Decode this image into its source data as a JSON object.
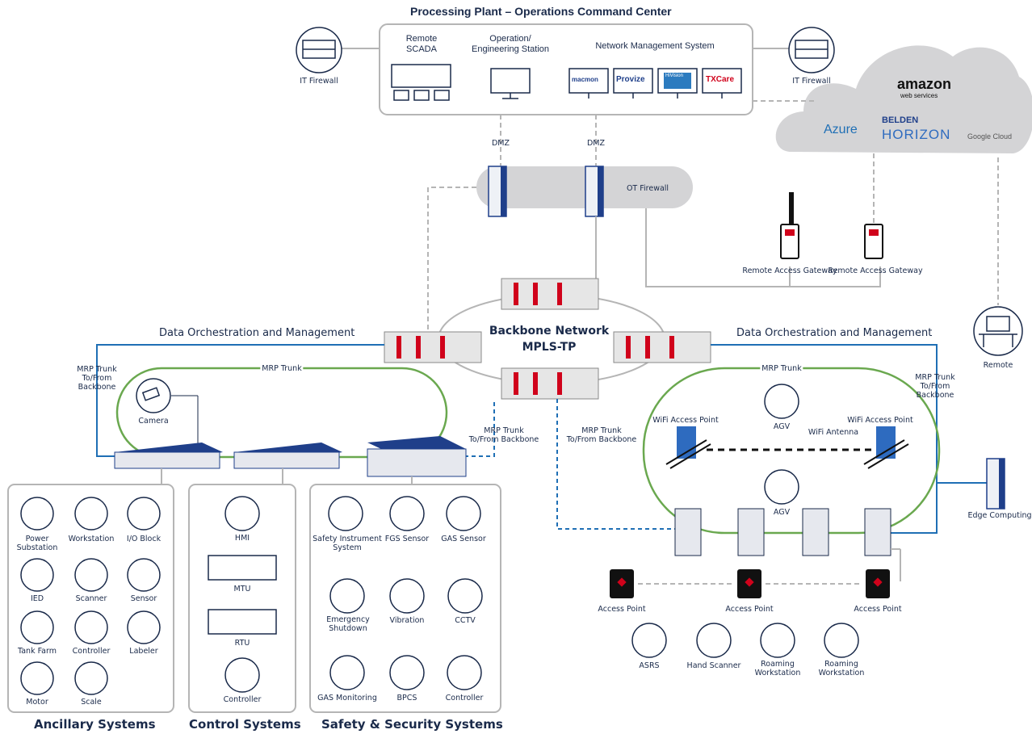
{
  "header": {
    "title": "Processing Plant – Operations Command Center"
  },
  "command_center": {
    "remote_scada": "Remote\nSCADA",
    "ops_station": "Operation/\nEngineering Station",
    "nms_title": "Network Management System",
    "nms_apps": [
      "macmon",
      "Provize",
      "HiVision",
      "TXCare"
    ]
  },
  "firewalls": {
    "it_left": "IT Firewall",
    "it_right": "IT Firewall",
    "ot": "OT Firewall",
    "dmz1": "DMZ",
    "dmz2": "DMZ"
  },
  "cloud": {
    "amazon": "amazon",
    "amazon_sub": "web services",
    "azure": "Azure",
    "belden": "BELDEN",
    "horizon": "HORIZON",
    "google": "Google Cloud"
  },
  "remote": {
    "gateway1": "Remote Access Gateway",
    "gateway2": "Remote Access Gateway",
    "remote": "Remote",
    "edge": "Edge Computing"
  },
  "backbone": {
    "line1": "Backbone Network",
    "line2": "MPLS-TP"
  },
  "orchestration": {
    "left": "Data Orchestration and Management",
    "right": "Data Orchestration and Management"
  },
  "trunks": {
    "left_trunk": "MRP Trunk\nTo/From\nBackbone",
    "left_ring": "MRP Trunk",
    "mid_trunk": "MRP Trunk\nTo/From Backbone",
    "right_mid_trunk": "MRP Trunk\nTo/From Backbone",
    "right_ring": "MRP Trunk",
    "right_trunk": "MRP Trunk\nTo/From\nBackbone"
  },
  "camera": "Camera",
  "wifi": {
    "ap_left": "WiFi Access Point",
    "ap_right": "WiFi Access Point",
    "antenna": "WiFi Antenna",
    "agv_top": "AGV",
    "agv_bottom": "AGV"
  },
  "access_points": [
    "Access Point",
    "Access Point",
    "Access Point"
  ],
  "roaming_devices": [
    "ASRS",
    "Hand Scanner",
    "Roaming\nWorkstation",
    "Roaming\nWorkstation"
  ],
  "ancillary": {
    "title": "Ancillary Systems",
    "items": [
      "Power\nSubstation",
      "Workstation",
      "I/O Block",
      "IED",
      "Scanner",
      "Sensor",
      "Tank Farm",
      "Controller",
      "Labeler",
      "Motor",
      "Scale"
    ]
  },
  "control": {
    "title": "Control Systems",
    "items": [
      "HMI",
      "MTU",
      "RTU",
      "Controller"
    ]
  },
  "safety": {
    "title": "Safety & Security Systems",
    "items": [
      "Safety Instrument\nSystem",
      "FGS Sensor",
      "GAS Sensor",
      "Emergency\nShutdown",
      "Vibration",
      "CCTV",
      "GAS Monitoring",
      "BPCS",
      "Controller"
    ]
  },
  "colors": {
    "navy": "#1a2a4a",
    "green": "#6aa84f",
    "blue": "#1f6fb5",
    "grey": "#b0b0b0",
    "red": "#d0021b"
  }
}
